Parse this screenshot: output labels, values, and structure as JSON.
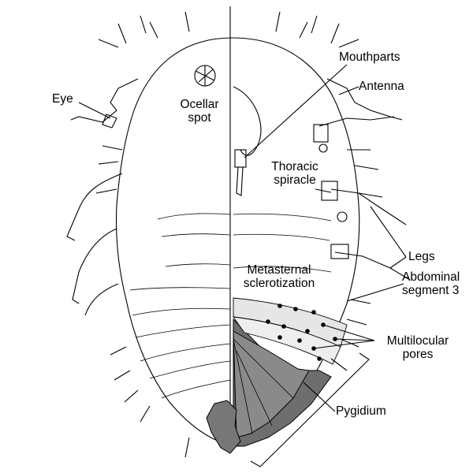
{
  "labels": {
    "eye": "Eye",
    "ocellar_spot": [
      "Ocellar",
      "spot"
    ],
    "mouthparts": "Mouthparts",
    "antenna": "Antenna",
    "thoracic_spiracle": [
      "Thoracic",
      "spiracle"
    ],
    "legs": "Legs",
    "metasternal_sclerotization": [
      "Metasternal",
      "sclerotization"
    ],
    "abdominal_segment_3": [
      "Abdominal",
      "segment 3"
    ],
    "multilocular_pores": [
      "Multilocular",
      "pores"
    ],
    "pygidium": "Pygidium"
  }
}
